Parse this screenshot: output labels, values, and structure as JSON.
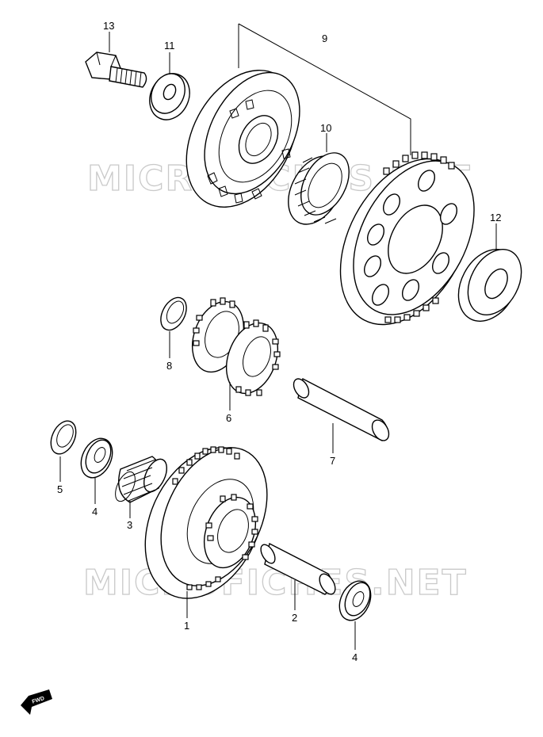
{
  "watermark": "MICROFICHES.NET",
  "fwd_label": "FWD",
  "callouts": [
    {
      "id": "c13",
      "text": "13"
    },
    {
      "id": "c11",
      "text": "11"
    },
    {
      "id": "c9",
      "text": "9"
    },
    {
      "id": "c10",
      "text": "10"
    },
    {
      "id": "c12",
      "text": "12"
    },
    {
      "id": "c8",
      "text": "8"
    },
    {
      "id": "c6",
      "text": "6"
    },
    {
      "id": "c7",
      "text": "7"
    },
    {
      "id": "c5",
      "text": "5"
    },
    {
      "id": "c4a",
      "text": "4"
    },
    {
      "id": "c3",
      "text": "3"
    },
    {
      "id": "c1",
      "text": "1"
    },
    {
      "id": "c2",
      "text": "2"
    },
    {
      "id": "c4b",
      "text": "4"
    }
  ]
}
